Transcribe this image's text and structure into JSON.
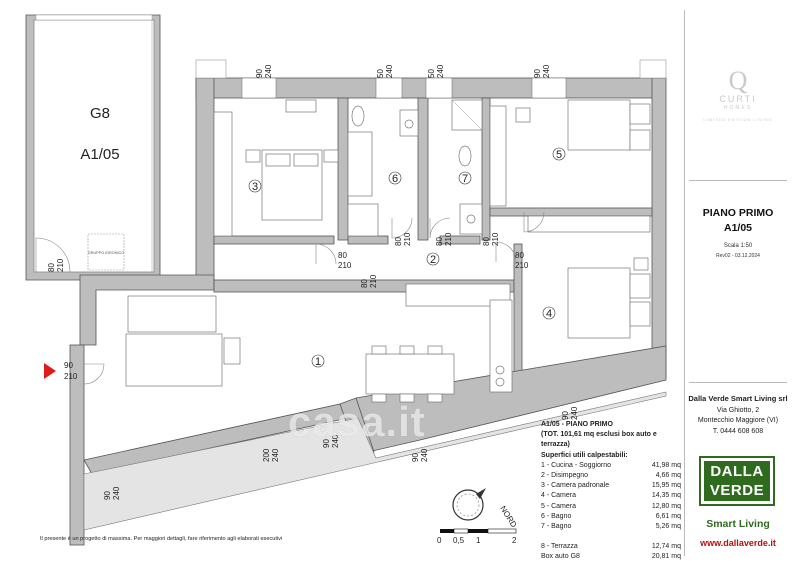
{
  "garage": {
    "code": "G8",
    "unit": "A1/05",
    "small_label": "GRUPPO IDRONICO",
    "door_width": "80",
    "door_height": "210"
  },
  "rooms": [
    "1",
    "2",
    "3",
    "4",
    "5",
    "6",
    "7"
  ],
  "dimensions": {
    "w1": [
      "90",
      "240"
    ],
    "w2": [
      "50",
      "240"
    ],
    "w3": [
      "50",
      "240"
    ],
    "w4": [
      "90",
      "240"
    ],
    "d6": [
      "80",
      "210"
    ],
    "d7": [
      "80",
      "210"
    ],
    "d7b": [
      "80",
      "210"
    ],
    "d3": [
      "80",
      "210"
    ],
    "d4": [
      "80",
      "210"
    ],
    "dmid": [
      "80",
      "210"
    ],
    "entry": [
      "90",
      "210"
    ],
    "w5": [
      "90",
      "240"
    ],
    "w6": [
      "200",
      "240"
    ],
    "w7": [
      "90",
      "240"
    ],
    "w8": [
      "90",
      "240"
    ],
    "w9": [
      "90",
      "240"
    ]
  },
  "compass": {
    "label": "NORD"
  },
  "scale_bar": {
    "ticks": [
      "0",
      "0,5",
      "1",
      "2"
    ]
  },
  "areas": {
    "title": "A1/05 - PIANO PRIMO",
    "total": "(TOT. 101,61 mq esclusi box auto e terrazza)",
    "subtitle": "Superfici utili calpestabili:",
    "rows": [
      {
        "name": "1 - Cucina - Soggiorno",
        "value": "41,98 mq"
      },
      {
        "name": "2 - Disimpegno",
        "value": "4,66 mq"
      },
      {
        "name": "3 - Camera padronale",
        "value": "15,95 mq"
      },
      {
        "name": "4 - Camera",
        "value": "14,35 mq"
      },
      {
        "name": "5 - Camera",
        "value": "12,80 mq"
      },
      {
        "name": "6 - Bagno",
        "value": "6,61 mq"
      },
      {
        "name": "7 - Bagno",
        "value": "5,26 mq"
      }
    ],
    "extra": [
      {
        "name": "8 - Terrazza",
        "value": "12,74 mq"
      },
      {
        "name": "Box auto G8",
        "value": "20,81 mq"
      }
    ]
  },
  "note": "Il presente è un progetto di massima. Per maggiori dettagli, fare riferimento agli elaborati esecutivi",
  "watermark": "casa.it",
  "title_block": {
    "brand_letter": "Q",
    "brand_name": "CURTI",
    "brand_sub": "HOMES",
    "brand_tag": "LIMITED EDITION LIVING",
    "floor": "PIANO PRIMO",
    "unit": "A1/05",
    "scale": "Scala 1:50",
    "revision": "Rev02 - 03.12.2024",
    "company": "Dalla Verde Smart Living srl",
    "street": "Via Ghiotto, 2",
    "city": "Montecchio Maggiore (VI)",
    "phone": "T. 0444 608 608",
    "logo_line1": "DALLA",
    "logo_line2": "VERDE",
    "tagline": "Smart Living",
    "website": "www.dallaverde.it"
  },
  "colors": {
    "wall": "#bdbdbd",
    "brand_green": "#2e6b1f",
    "brand_red": "#b01212",
    "entry_arrow": "#e01b1b"
  }
}
